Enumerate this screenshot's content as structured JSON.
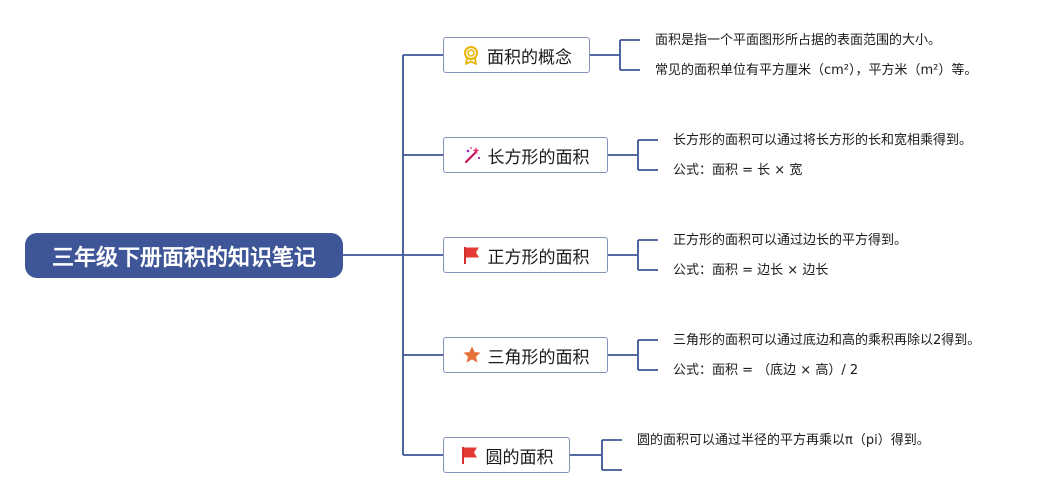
{
  "root": {
    "label": "三年级下册面积的知识笔记"
  },
  "topics": [
    {
      "label": "面积的概念",
      "icon": "award-ribbon-icon",
      "notes": [
        "面积是指一个平面图形所占据的表面范围的大小。",
        "常见的面积单位有平方厘米（cm²），平方米（m²）等。"
      ]
    },
    {
      "label": "长方形的面积",
      "icon": "magic-wand-icon",
      "notes": [
        "长方形的面积可以通过将长方形的长和宽相乘得到。",
        "公式：面积 = 长 × 宽"
      ]
    },
    {
      "label": "正方形的面积",
      "icon": "red-flag-icon",
      "notes": [
        "正方形的面积可以通过边长的平方得到。",
        "公式：面积 = 边长 × 边长"
      ]
    },
    {
      "label": "三角形的面积",
      "icon": "orange-star-icon",
      "notes": [
        "三角形的面积可以通过底边和高的乘积再除以2得到。",
        "公式：面积 = （底边 × 高）/ 2"
      ]
    },
    {
      "label": "圆的面积",
      "icon": "red-flag-icon",
      "notes": [
        "圆的面积可以通过半径的平方再乘以π（pi）得到。"
      ]
    }
  ],
  "colors": {
    "root_fill": "#3e5597",
    "connector": "#3e5597",
    "topic_border": "#8391b8"
  }
}
